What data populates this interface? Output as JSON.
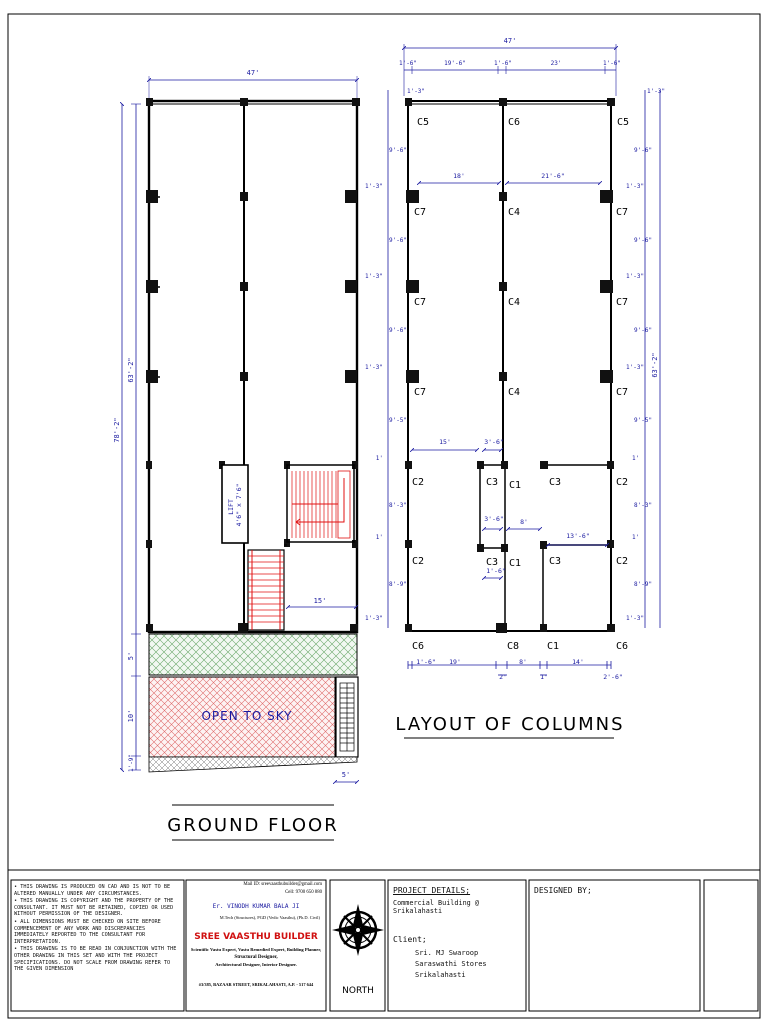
{
  "ground_floor": {
    "title": "GROUND FLOOR",
    "dim_width": "47'",
    "dim_total_height": "78'-2\"",
    "dim_building_height": "63'-2\"",
    "dim_setback": "5'",
    "dim_open": "10'",
    "dim_bottom": "1'-9\"",
    "dim_bottom_right": "5'",
    "lift_label": "LIFT\n4'6\" x 7'6\"",
    "dim_15": "15'",
    "open_to_sky": "OPEN TO SKY"
  },
  "columns_layout": {
    "title": "LAYOUT OF COLUMNS",
    "dim_total_width": "47'",
    "top_dims": [
      "1'-6\"",
      "19'-6\"",
      "1'-6\"",
      "23'",
      "1'-6\""
    ],
    "left_dims": [
      "1'-3\"",
      "9'-6\"",
      "1'-3\"",
      "9'-6\"",
      "1'-3\"",
      "9'-6\"",
      "1'-3\"",
      "9'-5\"",
      "1'",
      "8'-3\"",
      "1'",
      "8'-9\"",
      "1'-3\""
    ],
    "right_dims": [
      "1'-3\"",
      "9'-6\"",
      "1'-3\"",
      "9'-6\"",
      "1'-3\"",
      "9'-6\"",
      "1'-3\"",
      "9'-5\"",
      "1'",
      "8'-3\"",
      "1'",
      "8'-9\"",
      "1'-3\""
    ],
    "right_total": "63'-2\"",
    "bottom_dims": [
      "1'-6\"",
      "19'",
      "2'",
      "8'",
      "1'",
      "14'",
      "2'-6\""
    ],
    "inner_dims": {
      "d18": "18'",
      "d21_6": "21'-6\"",
      "d15": "15'",
      "d3_6a": "3'-6\"",
      "d3_6b": "3'-6\"",
      "d8": "8'",
      "d13_6": "13'-6\"",
      "d1_6": "1'-6\""
    },
    "col_labels": {
      "r1": [
        "C5",
        "C6",
        "C5"
      ],
      "r2": [
        "C7",
        "C4",
        "C7"
      ],
      "r3": [
        "C7",
        "C4",
        "C7"
      ],
      "r4": [
        "C7",
        "C4",
        "C7"
      ],
      "r5": [
        "C2",
        "C3",
        "C1",
        "C3",
        "C2"
      ],
      "r6": [
        "C2",
        "C3",
        "C1",
        "C3",
        "C2"
      ],
      "r7": [
        "C6",
        "C8",
        "C1",
        "C6"
      ]
    }
  },
  "title_block": {
    "notes": [
      "• THIS DRAWING IS PRODUCED ON CAD AND IS NOT TO BE ALTERED MANUALLY UNDER ANY CIRCUMSTANCES.",
      "• THIS DRAWING IS COPYRIGHT AND THE PROPERTY OF THE CONSULTANT. IT MUST NOT BE RETAINED, COPIED OR USED WITHOUT PERMISSION OF THE DESIGNER.",
      "• ALL DIMENSIONS MUST BE CHECKED ON SITE BEFORE COMMENCEMENT OF ANY WORK AND DISCREPANCIES IMMEDIATELY REPORTED TO THE CONSULTANT FOR INTERPRETATION.",
      "• THIS DRAWING IS TO BE READ IN CONJUNCTION WITH THE OTHER DRAWING IN THIS SET AND WITH THE PROJECT SPECIFICATIONS. DO NOT SCALE FROM DRAWING REFER TO THE GIVEN DIMENSION"
    ],
    "company": {
      "mail": "Mail ID: sreevaasthubuilder@gmail.com",
      "cell": "Cell: 9700 650 880",
      "engineer": "Er. VINODH KUMAR BALA JI",
      "qualification": "M.Tech (Structures), PGD (Vedic Vaasthu), (Ph.D. Civil)",
      "name": "SREE VAASTHU BUILDER",
      "services": "Scientific Vastu Expert, Vastu Remedied Expert, Building Planner,",
      "services2": "Structural Designer,",
      "services3": "Architectural Designer, Interior Designer.",
      "address": "#3/385, BAZAAR STREET, SRIKALAHASTI, A.P. - 517 644"
    },
    "north_label": "NORTH",
    "project_heading": "PROJECT DETAILS;",
    "project_name": "Commercial Building @ Srikalahasti",
    "client_heading": "Client;",
    "client_name": "Sri. MJ Swaroop",
    "client_business": "Saraswathi Stores",
    "client_place": "Srikalahasti",
    "designed_by": "DESIGNED BY;"
  },
  "colors": {
    "dimension": "#1a1aa0",
    "stair": "#e01010",
    "grass": "#7fb07f",
    "hatch": "#e07070",
    "column": "#000000"
  }
}
